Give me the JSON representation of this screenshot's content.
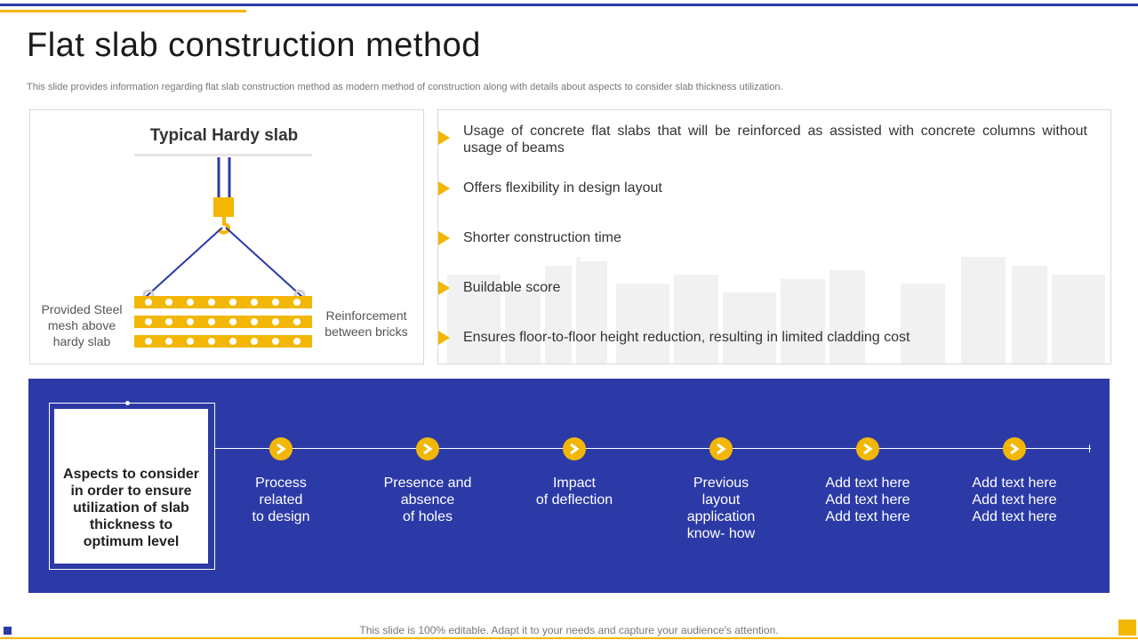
{
  "title": "Flat slab construction method",
  "subtitle": "This slide provides information regarding flat slab construction method as modern method of construction along with details about aspects to consider slab thickness utilization.",
  "slab": {
    "heading": "Typical Hardy slab",
    "label_left": "Provided Steel mesh above hardy slab",
    "label_right": "Reinforcement between bricks"
  },
  "bullets": [
    "Usage of concrete flat slabs that will be reinforced as assisted with concrete columns without usage of beams",
    "Offers flexibility in design layout",
    "Shorter construction time",
    "Buildable score",
    "Ensures floor-to-floor height reduction, resulting in limited cladding cost"
  ],
  "aspects": {
    "box_text": "Aspects to consider in order to ensure utilization of slab thickness to optimum level",
    "steps": [
      "Process\nrelated\nto design",
      "Presence and\nabsence\nof holes",
      "Impact\nof deflection",
      "Previous\nlayout\napplication\nknow- how",
      "Add text here\nAdd text here\nAdd text here",
      "Add text here\nAdd text here\nAdd text here"
    ]
  },
  "footer": "This slide is 100% editable. Adapt it to your needs and capture your audience's attention.",
  "colors": {
    "accent_blue": "#2b3aa6",
    "accent_gold": "#f2b705"
  }
}
